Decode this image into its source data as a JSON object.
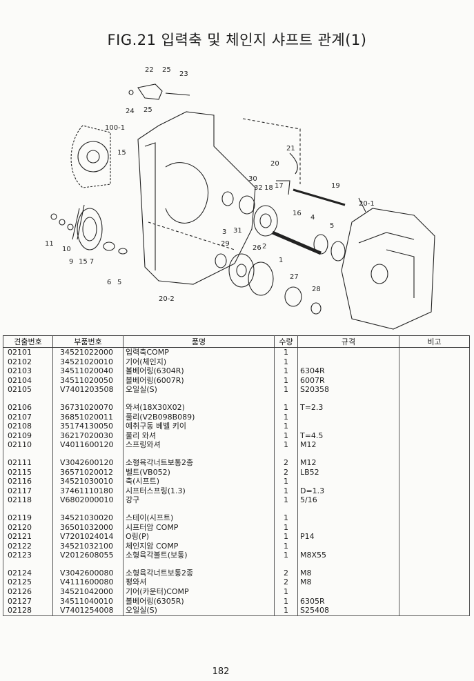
{
  "title": "FIG.21 입력축 및 체인지 샤프트 관계(1)",
  "page_number": "182",
  "diagram_labels": {
    "l22": "22",
    "l25a": "25",
    "l23": "23",
    "l24": "24",
    "l25b": "25",
    "l100_1": "100-1",
    "l15a": "15",
    "l21": "21",
    "l20": "20",
    "l30": "30",
    "l32": "32",
    "l18": "18",
    "l17": "17",
    "l19": "19",
    "l20_1": "20-1",
    "l11": "11",
    "l10": "10",
    "l9": "9",
    "l157": "15 7",
    "l6": "6",
    "l5a": "5",
    "l31": "31",
    "l3": "3",
    "l29": "29",
    "l2": "2",
    "l1": "1",
    "l16": "16",
    "l4": "4",
    "l5b": "5",
    "l26": "26",
    "l27": "27",
    "l28": "28",
    "l20_2": "20-2"
  },
  "table": {
    "headers": [
      "견출번호",
      "부품번호",
      "품명",
      "수량",
      "규격",
      "비고"
    ],
    "groups": [
      [
        [
          "02101",
          "34521022000",
          "입력축COMP",
          "1",
          ""
        ],
        [
          "02102",
          "34521020010",
          "기어(체인지)",
          "1",
          ""
        ],
        [
          "02103",
          "34511020040",
          "볼베어링(6304R)",
          "1",
          "6304R"
        ],
        [
          "02104",
          "34511020050",
          "볼베어링(6007R)",
          "1",
          "6007R"
        ],
        [
          "02105",
          "V7401203508",
          "오일실(S)",
          "1",
          "S20358"
        ]
      ],
      [
        [
          "02106",
          "36731020070",
          "와셔(18X30X02)",
          "1",
          "T=2.3"
        ],
        [
          "02107",
          "36851020011",
          "풀리(V2B098B089)",
          "1",
          ""
        ],
        [
          "02108",
          "35174130050",
          "예취구동 베벨 키이",
          "1",
          ""
        ],
        [
          "02109",
          "36217020030",
          "풀리 와셔",
          "1",
          "T=4.5"
        ],
        [
          "02110",
          "V4011600120",
          "스프링와셔",
          "1",
          "M12"
        ]
      ],
      [
        [
          "02111",
          "V3042600120",
          "소형육각너트보통2종",
          "2",
          "M12"
        ],
        [
          "02115",
          "36571020012",
          "벨트(VB052)",
          "2",
          "LB52"
        ],
        [
          "02116",
          "34521030010",
          "축(시프트)",
          "1",
          ""
        ],
        [
          "02117",
          "37461110180",
          "시프터스프링(1.3)",
          "1",
          "D=1.3"
        ],
        [
          "02118",
          "V6802000010",
          "강구",
          "1",
          "5/16"
        ]
      ],
      [
        [
          "02119",
          "34521030020",
          "스테이(시프트)",
          "1",
          ""
        ],
        [
          "02120",
          "36501032000",
          "시프터암 COMP",
          "1",
          ""
        ],
        [
          "02121",
          "V7201024014",
          "O링(P)",
          "1",
          "P14"
        ],
        [
          "02122",
          "34521032100",
          "체인지암 COMP",
          "1",
          ""
        ],
        [
          "02123",
          "V2012608055",
          "소형육각볼트(보통)",
          "1",
          "M8X55"
        ]
      ],
      [
        [
          "02124",
          "V3042600080",
          "소형육각너트보통2종",
          "2",
          "M8"
        ],
        [
          "02125",
          "V4111600080",
          "평와셔",
          "2",
          "M8"
        ],
        [
          "02126",
          "34521042000",
          "기어(카운터)COMP",
          "1",
          ""
        ],
        [
          "02127",
          "34511040010",
          "볼베어링(6305R)",
          "1",
          "6305R"
        ],
        [
          "02128",
          "V7401254008",
          "오일실(S)",
          "1",
          "S25408"
        ]
      ]
    ]
  }
}
